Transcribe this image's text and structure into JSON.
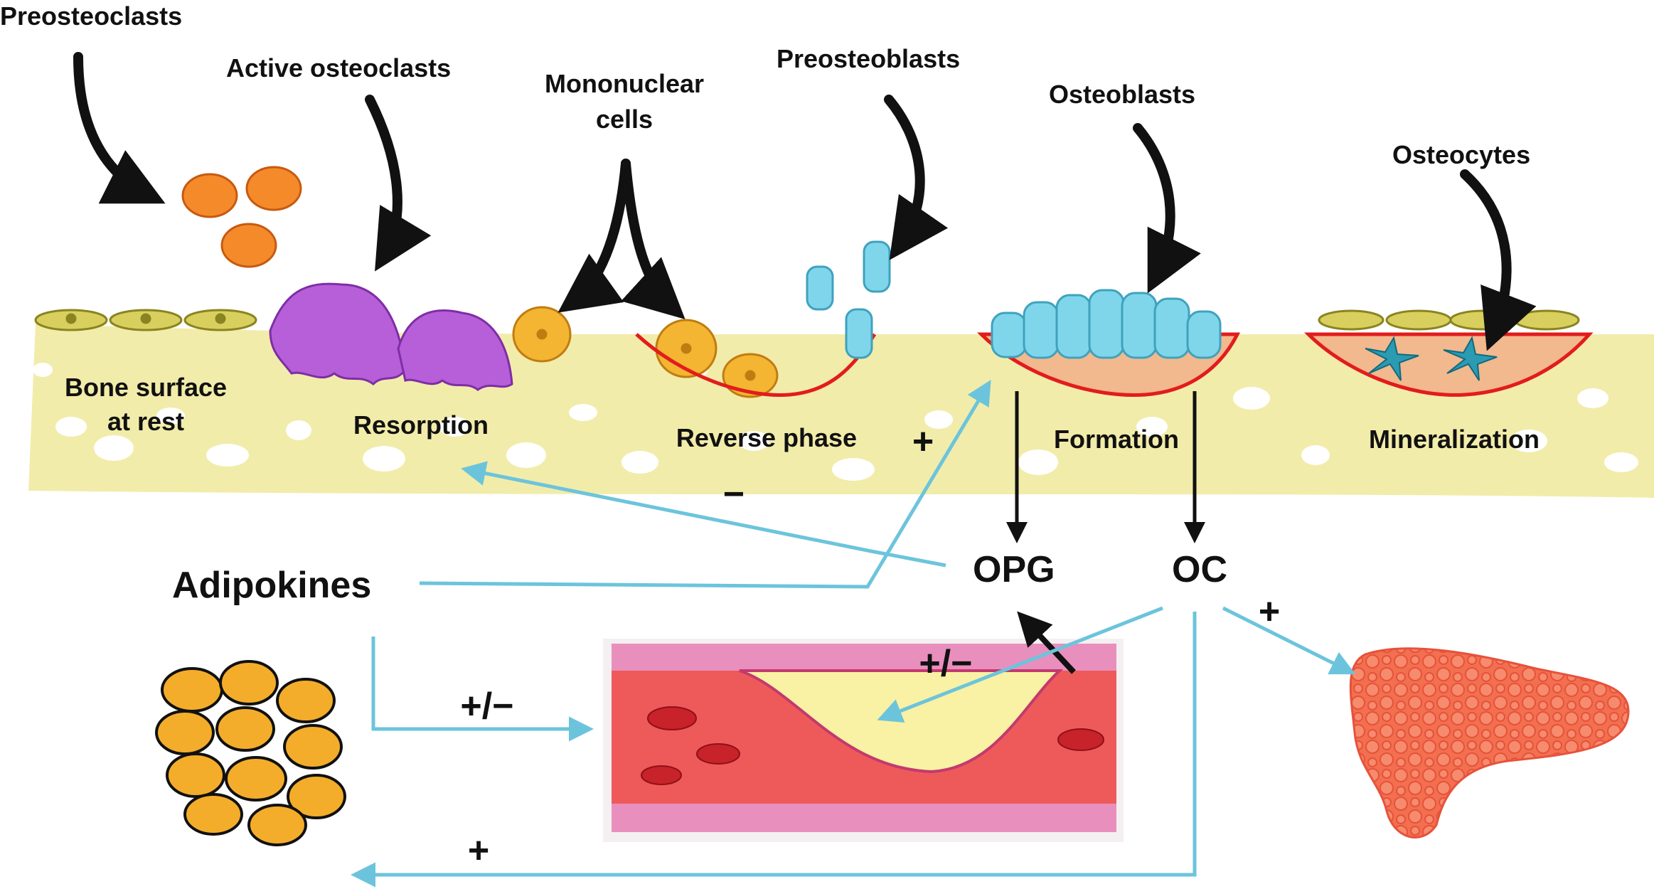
{
  "cell_labels": {
    "preosteoclasts": "Preosteoclasts",
    "active_osteoclasts": "Active osteoclasts",
    "mononuclear_line1": "Mononuclear",
    "mononuclear_line2": "cells",
    "preosteoblasts": "Preosteoblasts",
    "osteoblasts": "Osteoblasts",
    "osteocytes": "Osteocytes"
  },
  "stage_labels": {
    "rest_line1": "Bone surface",
    "rest_line2": "at rest",
    "resorption": "Resorption",
    "reverse": "Reverse phase",
    "formation": "Formation",
    "mineralization": "Mineralization"
  },
  "factors": {
    "opg": "OPG",
    "oc": "OC",
    "adipokines": "Adipokines"
  },
  "signs": {
    "plus_formation": "+",
    "minus_resorption": "−",
    "plus_pancreas": "+",
    "plusminus_vessel_oc": "+/−",
    "plusminus_vessel_adipo": "+/−",
    "plus_bottom": "+"
  },
  "colors": {
    "bone": "#f2ecaa",
    "bone_hole": "#ffffff",
    "bone_cell": "#d8cf5e",
    "osteoclast": "#b75fd8",
    "preosteoclast": "#f58a2a",
    "mononuclear": "#f3b532",
    "osteoblast": "#7fd6ea",
    "osteocyte": "#2a9bb0",
    "red_line": "#e21c1c",
    "cavity": "#f2b88e",
    "blue_arrow": "#6cc4dc",
    "black_arrow": "#111111",
    "adipocyte": "#f4ad2a",
    "pancreas": "#f26f50",
    "vessel_blood": "#ee5a5a",
    "vessel_wall": "#e98fbd",
    "plaque": "#f9f1a3"
  }
}
